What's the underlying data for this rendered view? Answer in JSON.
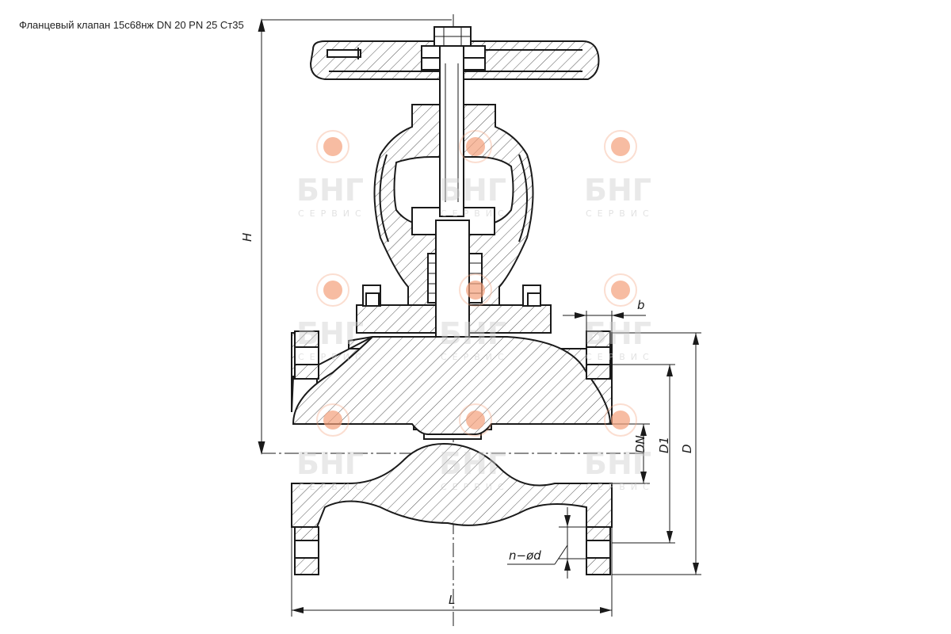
{
  "title": "Фланцевый клапан 15с68нж DN 20 PN 25 Ст35",
  "dimensions": {
    "H": "H",
    "L": "L",
    "b": "b",
    "DN": "DN",
    "D1": "D1",
    "D": "D",
    "holes": "n−ød"
  },
  "watermark": {
    "brand": "БНГ",
    "sub": "СЕРВИС",
    "color": "#f4a07a"
  }
}
